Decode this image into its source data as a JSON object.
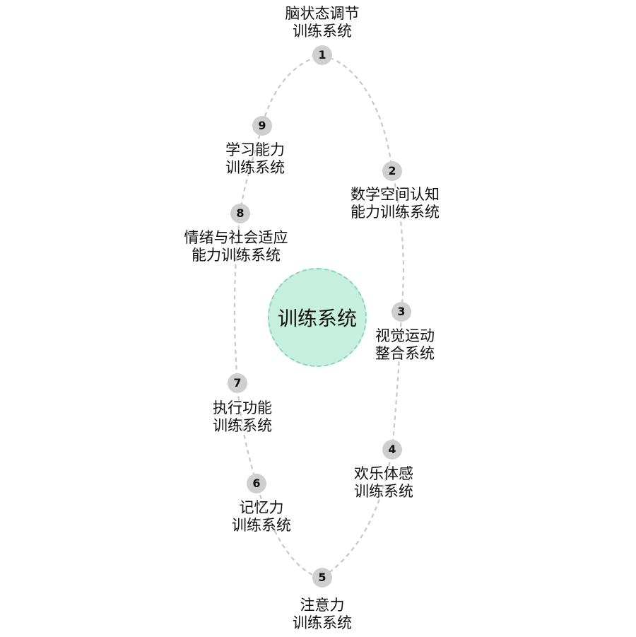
{
  "center": {
    "label": "训练系统",
    "fill": "#c6efdf",
    "border": "#88d6b6"
  },
  "loop_color": "#c8c8c8",
  "badge_color": "#cfcfcf",
  "nodes": [
    {
      "num": "1",
      "line1": "脑状态调节",
      "line2": "训练系统"
    },
    {
      "num": "2",
      "line1": "数学空间认知",
      "line2": "能力训练系统"
    },
    {
      "num": "3",
      "line1": "视觉运动",
      "line2": "整合系统"
    },
    {
      "num": "4",
      "line1": "欢乐体感",
      "line2": "训练系统"
    },
    {
      "num": "5",
      "line1": "注意力",
      "line2": "训练系统"
    },
    {
      "num": "6",
      "line1": "记忆力",
      "line2": "训练系统"
    },
    {
      "num": "7",
      "line1": "执行功能",
      "line2": "训练系统"
    },
    {
      "num": "8",
      "line1": "情绪与社会适应",
      "line2": "能力训练系统"
    },
    {
      "num": "9",
      "line1": "学习能力",
      "line2": "训练系统"
    }
  ]
}
